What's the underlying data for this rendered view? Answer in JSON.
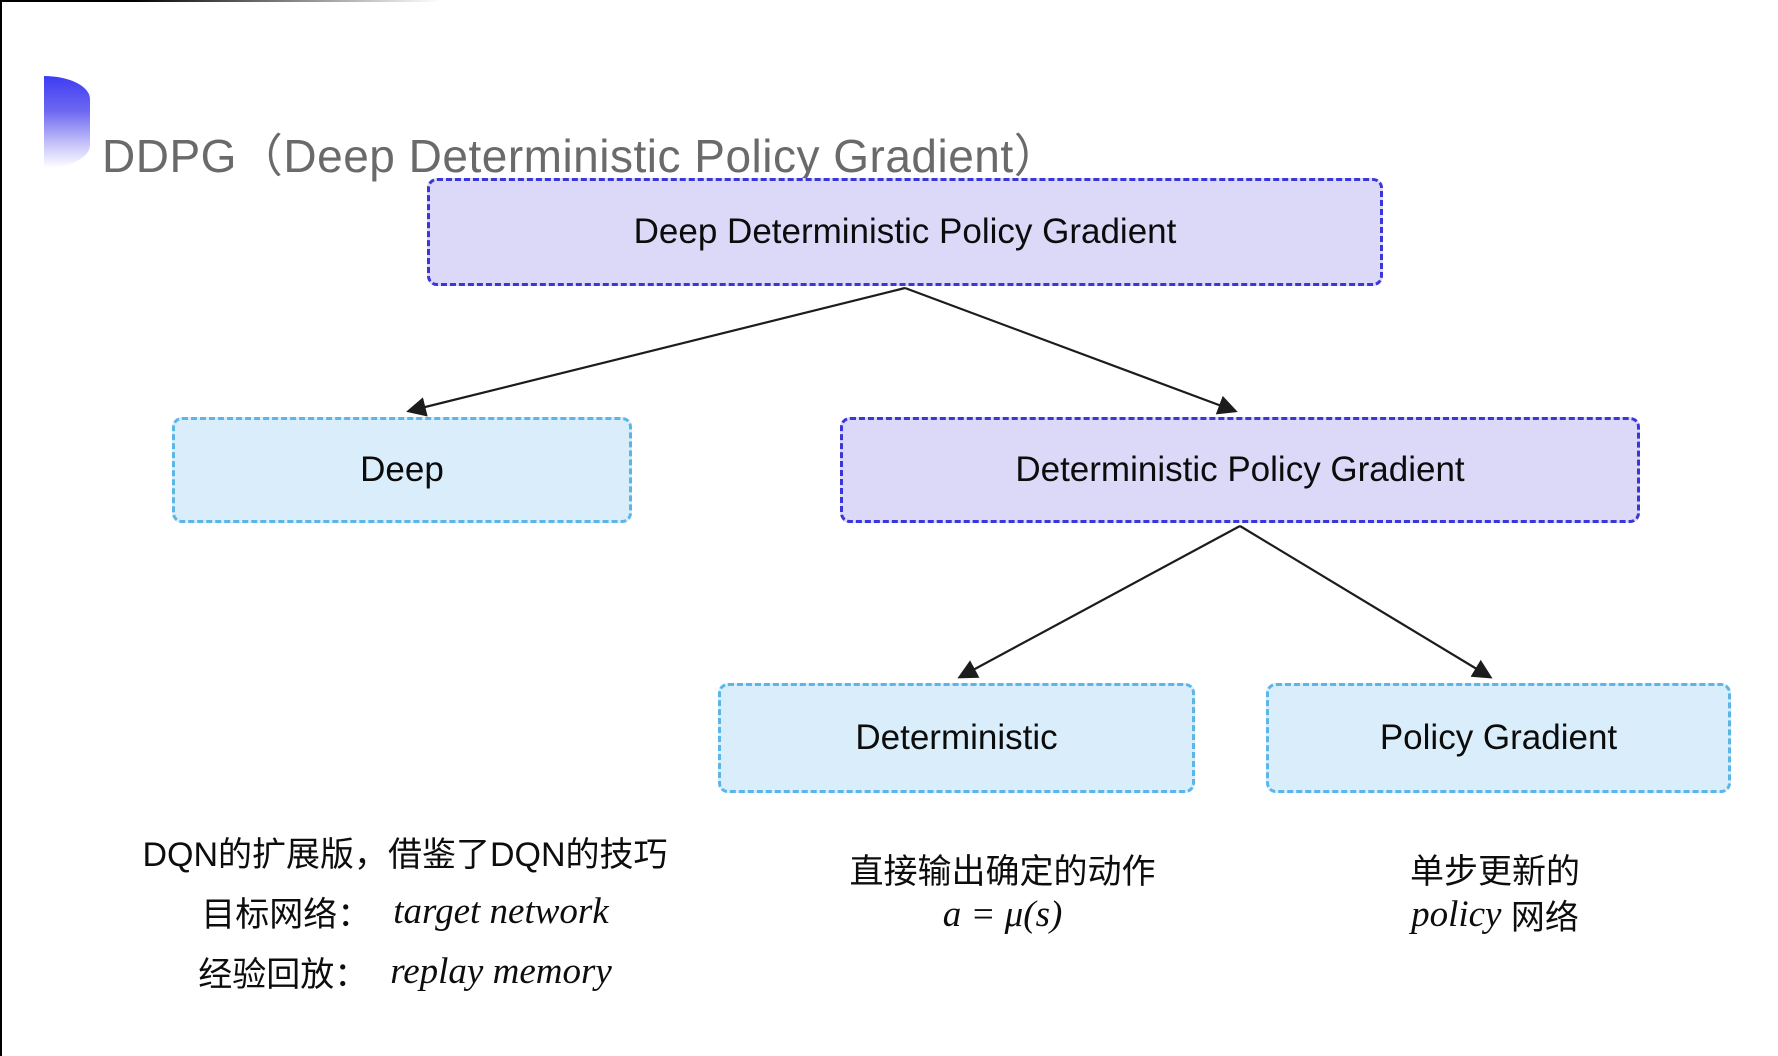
{
  "slide": {
    "title": "DDPG（Deep Deterministic Policy Gradient）"
  },
  "diagram": {
    "root": {
      "label": "Deep Deterministic Policy Gradient"
    },
    "children": [
      {
        "label": "Deep"
      },
      {
        "label": "Deterministic Policy Gradient"
      }
    ],
    "grandchildren": [
      {
        "label": "Deterministic"
      },
      {
        "label": "Policy Gradient"
      }
    ]
  },
  "notes": {
    "dqn": {
      "line1": "DQN的扩展版，借鉴了DQN的技巧",
      "line2_label": "目标网络：",
      "line2_term": "target network",
      "line3_label": "经验回放：",
      "line3_term": "replay memory"
    },
    "deterministic": {
      "line1": "直接输出确定的动作",
      "formula": "a = μ(s)"
    },
    "policy_gradient": {
      "line1": "单步更新的",
      "line2_term": "policy",
      "line2_suffix": "网络"
    }
  },
  "colors": {
    "purple_fill": "#dcd8f8",
    "purple_border": "#3a36d8",
    "cyan_fill": "#d9edfa",
    "cyan_border": "#5cb5e7",
    "title_gray": "#6a6a6a",
    "text_black": "#111111",
    "bullet_blue": "#3e3cf2",
    "arrow_black": "#1c1c1c"
  }
}
